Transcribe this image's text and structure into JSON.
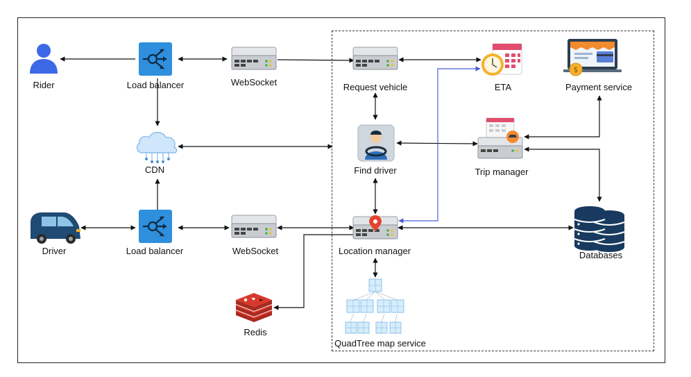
{
  "nodes": {
    "rider": "Rider",
    "lb_top": "Load balancer",
    "ws_top": "WebSocket",
    "request_vehicle": "Request vehicle",
    "eta": "ETA",
    "payment": "Payment service",
    "cdn": "CDN",
    "find_driver": "Find driver",
    "trip_manager": "Trip manager",
    "driver": "Driver",
    "lb_bottom": "Load balancer",
    "ws_bottom": "WebSocket",
    "location_manager": "Location manager",
    "databases": "Databases",
    "redis": "Redis",
    "quadtree": "QuadTree map service"
  },
  "colors": {
    "arrow": "#111111",
    "eta_arrow": "#4a5fd6",
    "lb_blue": "#2f8fdc",
    "server_gray": "#c9ccd1",
    "db_navy": "#173a5e",
    "redis_red": "#c7362b",
    "car_navy": "#1f4a73",
    "person_blue": "#3d68e6"
  },
  "icons": {
    "rider": "person-icon",
    "load_balancer": "load-balancer-icon",
    "server": "server-icon",
    "eta": "clock-calendar-icon",
    "payment": "payment-screen-icon",
    "cdn": "cloud-icon",
    "find_driver": "driver-icon",
    "trip_manager": "trip-server-icon",
    "driver": "car-icon",
    "location": "location-server-icon",
    "databases": "database-icon",
    "redis": "redis-icon",
    "quadtree": "quadtree-icon"
  }
}
